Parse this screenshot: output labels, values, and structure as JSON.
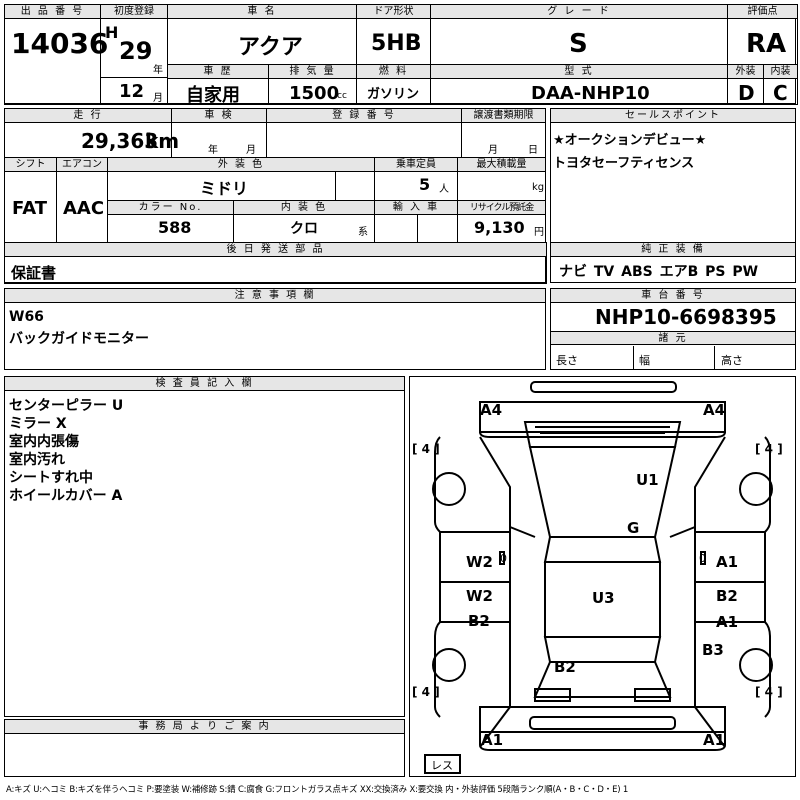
{
  "header": {
    "lot_label": "出 品 番 号",
    "lot_no": "14036",
    "reg_label": "初度登録",
    "era": "H",
    "year": "29",
    "year_unit": "年",
    "month": "12",
    "month_unit": "月",
    "name_label": "車 名",
    "name": "アクア",
    "door_label": "ドア形状",
    "door": "5HB",
    "grade_label": "グ レ ー ド",
    "grade": "S",
    "score_label": "評価点",
    "score": "RA",
    "history_label": "車 歴",
    "history": "自家用",
    "disp_label": "排 気 量",
    "disp": "1500",
    "disp_unit": "cc",
    "fuel_label": "燃 料",
    "fuel": "ガソリン",
    "model_label": "型 式",
    "model": "DAA-NHP10",
    "ext_label": "外装",
    "ext": "D",
    "int_label": "内装",
    "int": "C"
  },
  "row2": {
    "mileage_label": "走 行",
    "mileage": "29,363",
    "km": "km",
    "inspect_label": "車 検",
    "inspect_year": "年",
    "inspect_month": "月",
    "plate_label": "登 録 番 号",
    "transfer_label": "譲渡書類期限",
    "transfer_month": "月",
    "transfer_day": "日",
    "shift_label": "シフト",
    "shift": "FAT",
    "ac_label": "エアコン",
    "ac": "AAC",
    "color_label": "外 装 色",
    "color": "ミドリ",
    "seats_label": "乗車定員",
    "seats": "5",
    "seats_unit": "人",
    "load_label": "最大積載量",
    "load_unit": "kg",
    "colorno_label": "カラー No.",
    "colorno": "588",
    "intcolor_label": "内 装 色",
    "intcolor": "クロ",
    "intcolor_unit": "系",
    "import_label": "輸 入 車",
    "recycle_label": "リサイクル預託金",
    "recycle": "9,130",
    "recycle_unit": "円",
    "later_label": "後 日 発 送 部 品",
    "later": "保証書"
  },
  "sales": {
    "label": "セールスポイント",
    "lines": [
      "★オークションデビュー★",
      "トヨタセーフティセンス"
    ],
    "equip_label": "純 正 装 備",
    "equip": "ナビ TV ABS エアB PS PW"
  },
  "notes": {
    "label": "注 意 事 項 欄",
    "lines": [
      "W66",
      "バックガイドモニター"
    ]
  },
  "chassis": {
    "label": "車 台 番 号",
    "value": "NHP10-6698395",
    "dims_label": "諸 元",
    "length": "長さ",
    "width": "幅",
    "height": "高さ"
  },
  "inspector": {
    "label": "検 査 員 記 入 欄",
    "lines": [
      "センターピラー U",
      "ミラー X",
      "室内内張傷",
      "室内汚れ",
      "シートすれ中",
      "ホイールカバー A"
    ]
  },
  "office": {
    "label": "事 務 局 よ り ご 案 内"
  },
  "diagram": {
    "tire_fl": "4",
    "tire_fr": "4",
    "tire_rl": "4",
    "tire_rr": "4",
    "a4_left": "A4",
    "a4_right": "A4",
    "u1": "U1",
    "g": "G",
    "u3": "U3",
    "w2_upper": "W2",
    "w2_lower": "W2",
    "b2_left": "B2",
    "a1_upper": "A1",
    "b2_right": "B2",
    "a1_lower": "A1",
    "b3": "B3",
    "b2_rear": "B2",
    "a1_rear_left": "A1",
    "a1_rear_right": "A1",
    "spare": "レス",
    "zero_left": "0",
    "zero_right": "0"
  },
  "legend": "A:キズ U:ヘコミ B:キズを伴うヘコミ P:要塗装 W:補修跡 S:錆 C:腐食 G:フロントガラス点キズ XX:交換済み X:要交換 内・外装評価 5段階ランク順(A・B・C・D・E) 1"
}
